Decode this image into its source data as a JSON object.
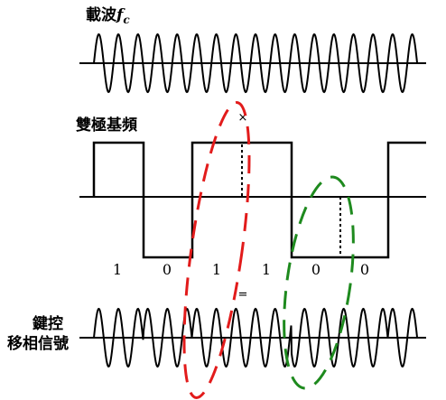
{
  "labels": {
    "carrier_prefix": "載波",
    "carrier_symbol": "f",
    "carrier_subscript": "c",
    "bipolar": "雙極基頻",
    "psk_line1": "鍵控",
    "psk_line2": "移相信號"
  },
  "bits": [
    "1",
    "0",
    "1",
    "1",
    "0",
    "0"
  ],
  "annotations": {
    "cross_mark": "×",
    "equal_mark": "="
  },
  "colors": {
    "waveform": "#000000",
    "red_ellipse": "#e21b1b",
    "green_ellipse": "#1e8a1e"
  }
}
